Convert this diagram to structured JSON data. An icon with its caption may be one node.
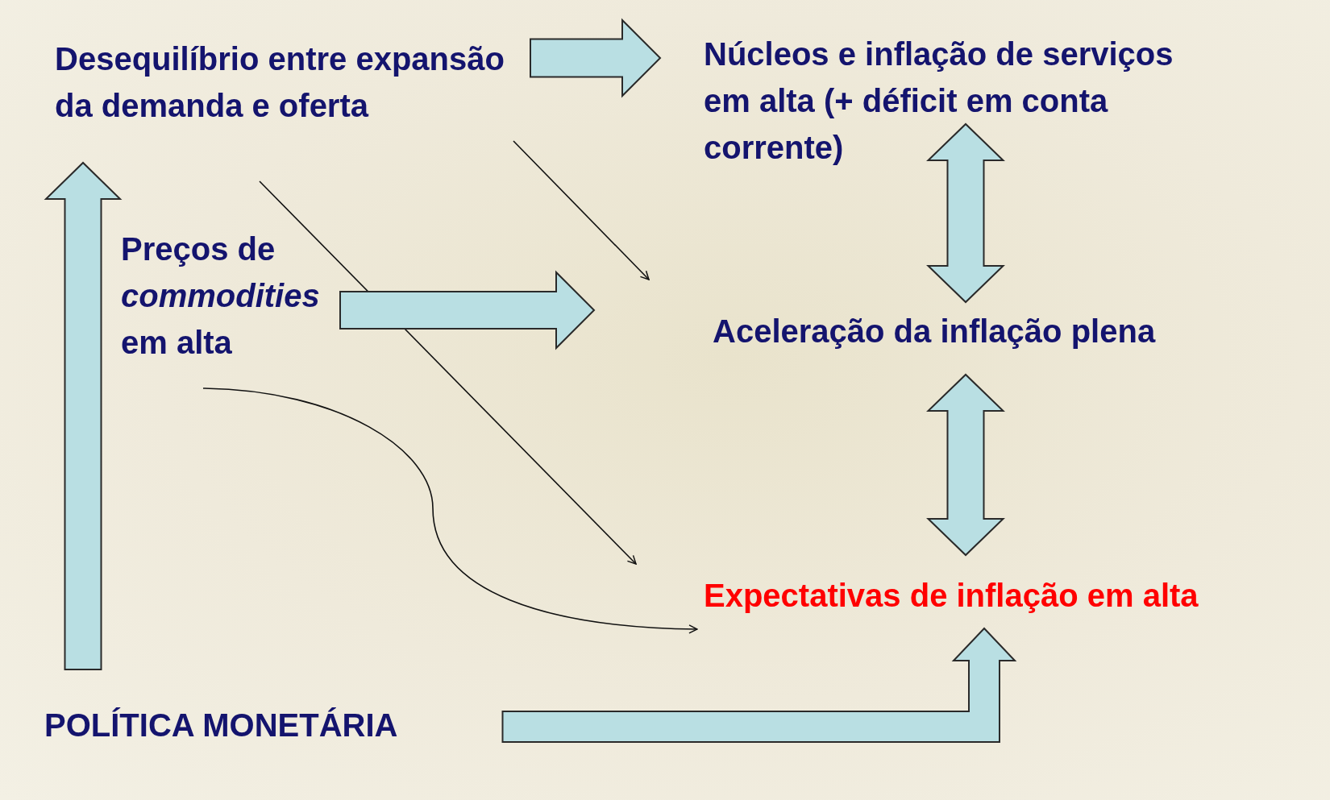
{
  "diagram": {
    "nodes": [
      {
        "text": [
          "Desequilíbrio entre expansão da demanda e oferta"
        ]
      },
      {
        "text": [
          "Núcleos e inflação de serviços em alta (+ déficit em conta corrente)"
        ]
      },
      {
        "text": [
          "Preços de *commodities* em alta"
        ]
      },
      {
        "text": [
          "Aceleração da inflação plena"
        ]
      },
      {
        "text": [
          "Expectativas de inflação em alta"
        ]
      },
      {
        "text": [
          "POLÍTICA MONETÁRIA"
        ]
      }
    ],
    "edges": [
      {
        "from": 0,
        "to": 1,
        "arrow": "to",
        "style": "thick"
      },
      {
        "from": 0,
        "to": null,
        "arrow": "to"
      },
      {
        "from": 0,
        "to": null,
        "arrow": "to"
      },
      {
        "from": 2,
        "to": null,
        "arrow": "to",
        "style": "thick"
      },
      {
        "from": 2,
        "to": 4,
        "arrow": "to"
      },
      {
        "from": 1,
        "to": 3,
        "arrow": "both",
        "style": "thick"
      },
      {
        "from": 3,
        "to": 4,
        "arrow": "both",
        "style": "thick"
      },
      {
        "from": 5,
        "to": 0,
        "arrow": "to",
        "style": "thick"
      },
      {
        "from": 5,
        "to": 4,
        "arrow": "to",
        "style": "thick"
      }
    ]
  }
}
